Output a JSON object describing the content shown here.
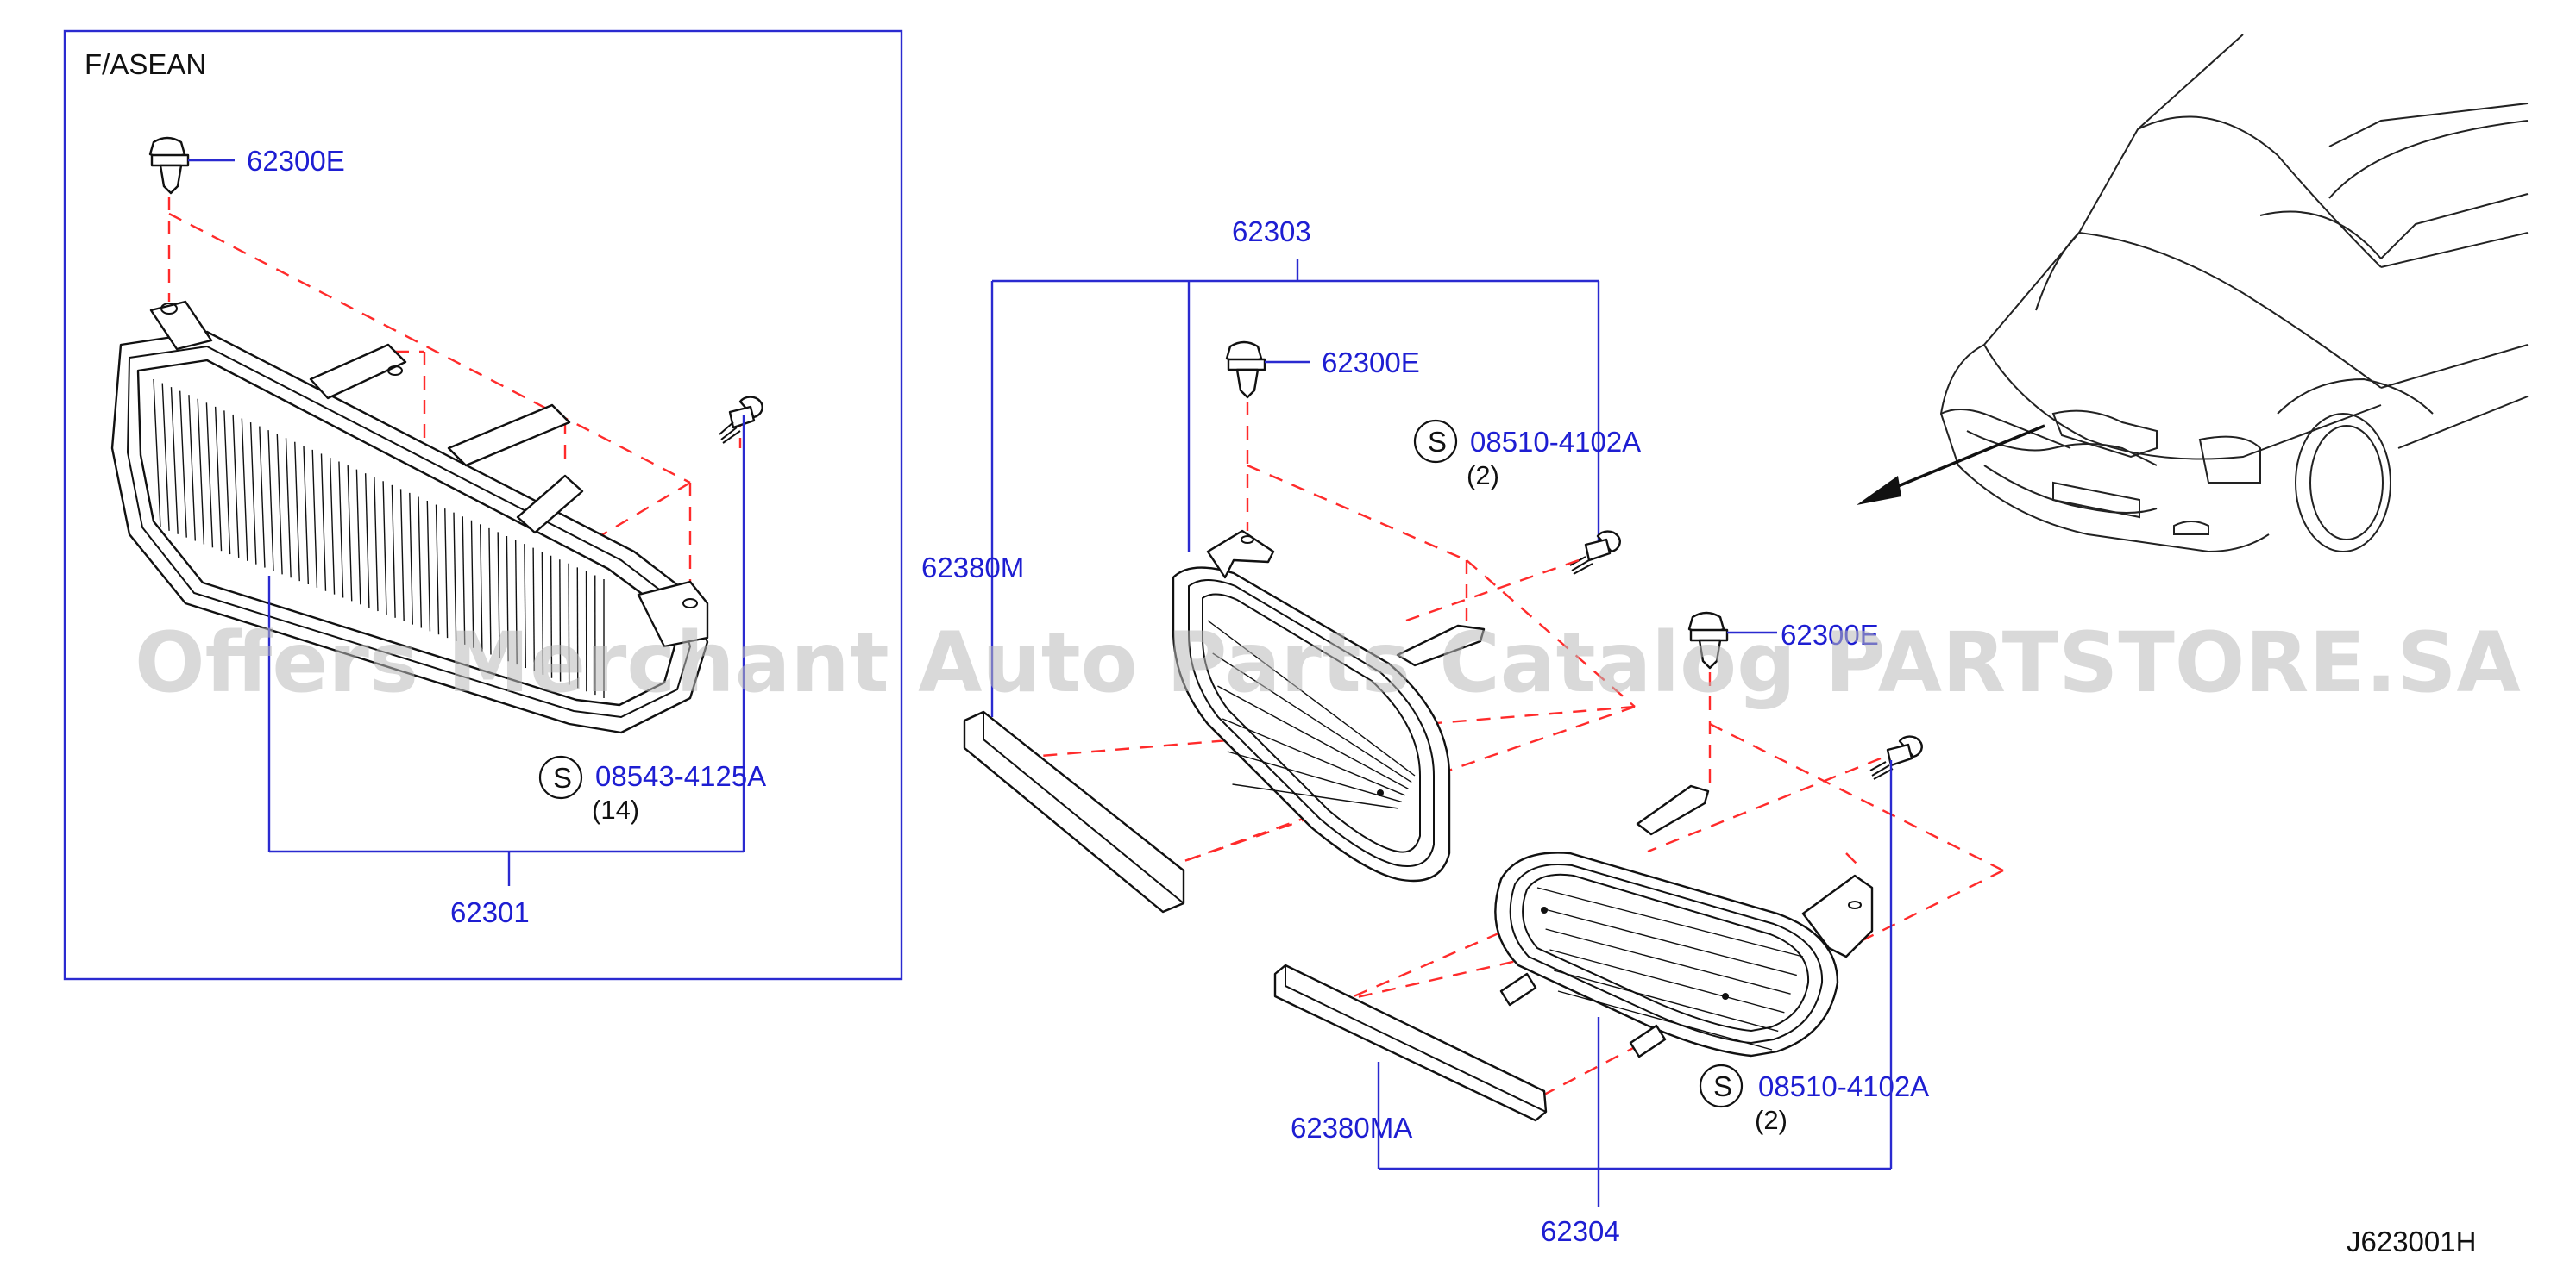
{
  "region_label": "F/ASEAN",
  "diagram_code": "J623001H",
  "watermark": "Offers Merchant Auto Parts Catalog PARTSTORE.SA",
  "callouts": {
    "clip_left": "62300E",
    "clip_center": "62300E",
    "clip_right": "62300E",
    "grille_asean": "62301",
    "grille_assembly": "62303",
    "molding_upper": "62380M",
    "molding_lower": "62380MA",
    "grille_lower": "62304",
    "screw_left": "08543-4125A",
    "screw_center": "08510-4102A",
    "screw_right": "08510-4102A"
  },
  "quantities": {
    "screw_left": "(14)",
    "screw_center": "(2)",
    "screw_right": "(2)"
  },
  "standard_part_marker": "S",
  "colors": {
    "callout_text": "#1e1ed2",
    "leader_line": "#2a2ad0",
    "dashed_guide": "#ff2b2b",
    "part_outline": "#111111",
    "watermark": "#b9b9b9"
  }
}
